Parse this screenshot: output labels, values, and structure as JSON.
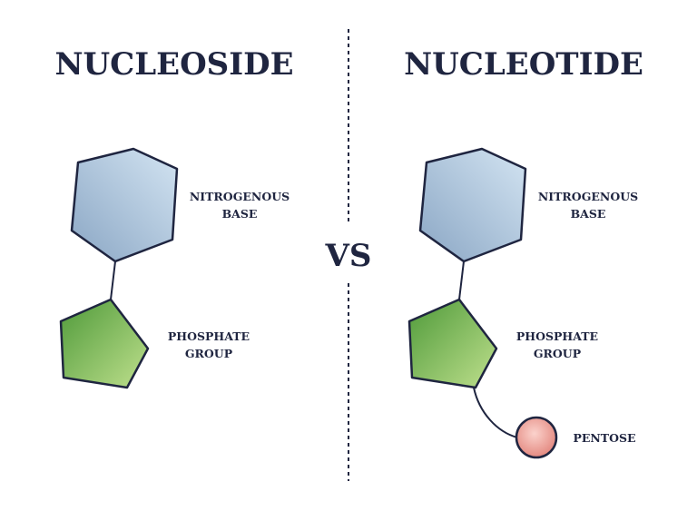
{
  "left": {
    "title": "NUCLEOSIDE",
    "hexagon_label_line1": "NITROGENOUS",
    "hexagon_label_line2": "BASE",
    "pentagon_label_line1": "PHOSPHATE",
    "pentagon_label_line2": "GROUP"
  },
  "right": {
    "title": "NUCLEOTIDE",
    "hexagon_label_line1": "NITROGENOUS",
    "hexagon_label_line2": "BASE",
    "pentagon_label_line1": "PHOSPHATE",
    "pentagon_label_line2": "GROUP",
    "circle_label": "PENTOSE"
  },
  "vs_label": "VS",
  "colors": {
    "text": "#1f2540",
    "outline": "#1f2540",
    "hexagon_fill_light": "#d3e4f2",
    "hexagon_fill_dark": "#8aa6c4",
    "pentagon_fill_light": "#bfe08d",
    "pentagon_fill_dark": "#4f9a3a",
    "circle_fill_light": "#fbd2cc",
    "circle_fill_dark": "#e2837a"
  }
}
